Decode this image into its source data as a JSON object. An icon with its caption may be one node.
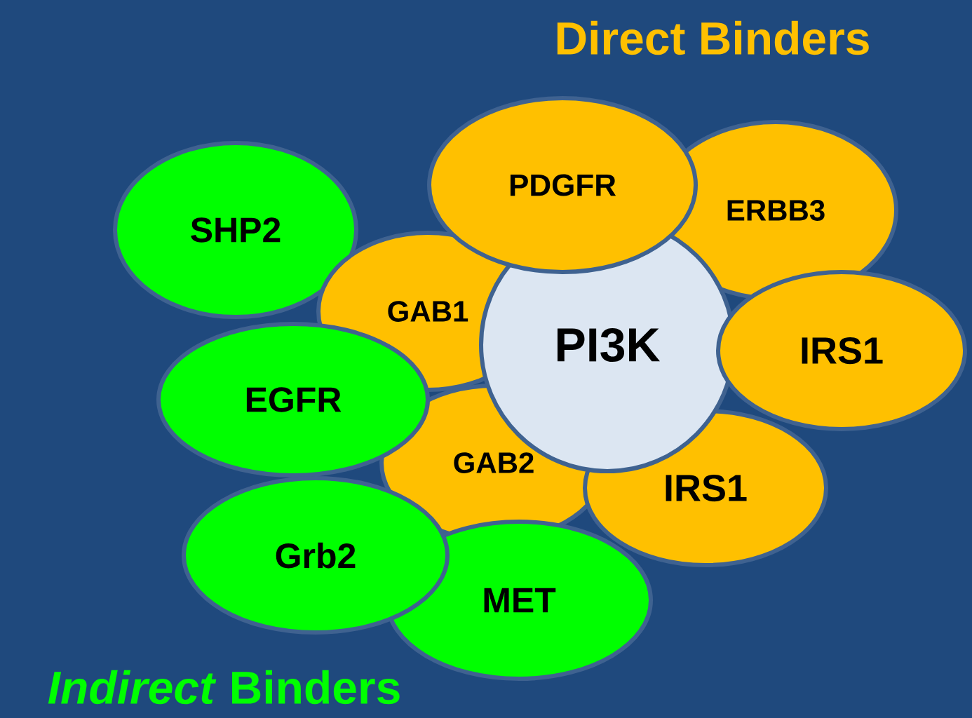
{
  "diagram": {
    "nodes": [
      {
        "text": [
          "PDGFR"
        ]
      },
      {
        "text": [
          "ERBB3"
        ]
      },
      {
        "text": [
          "SHP2"
        ]
      },
      {
        "text": [
          "GAB1"
        ]
      },
      {
        "text": [
          "PI3K"
        ]
      },
      {
        "text": [
          "IRS1"
        ]
      },
      {
        "text": [
          "EGFR"
        ]
      },
      {
        "text": [
          "GAB2"
        ]
      },
      {
        "text": [
          "IRS1"
        ]
      },
      {
        "text": [
          "Grb2"
        ]
      },
      {
        "text": [
          "MET"
        ]
      }
    ],
    "labels": [
      "Direct Binders",
      "*Indirect* Binders"
    ]
  }
}
